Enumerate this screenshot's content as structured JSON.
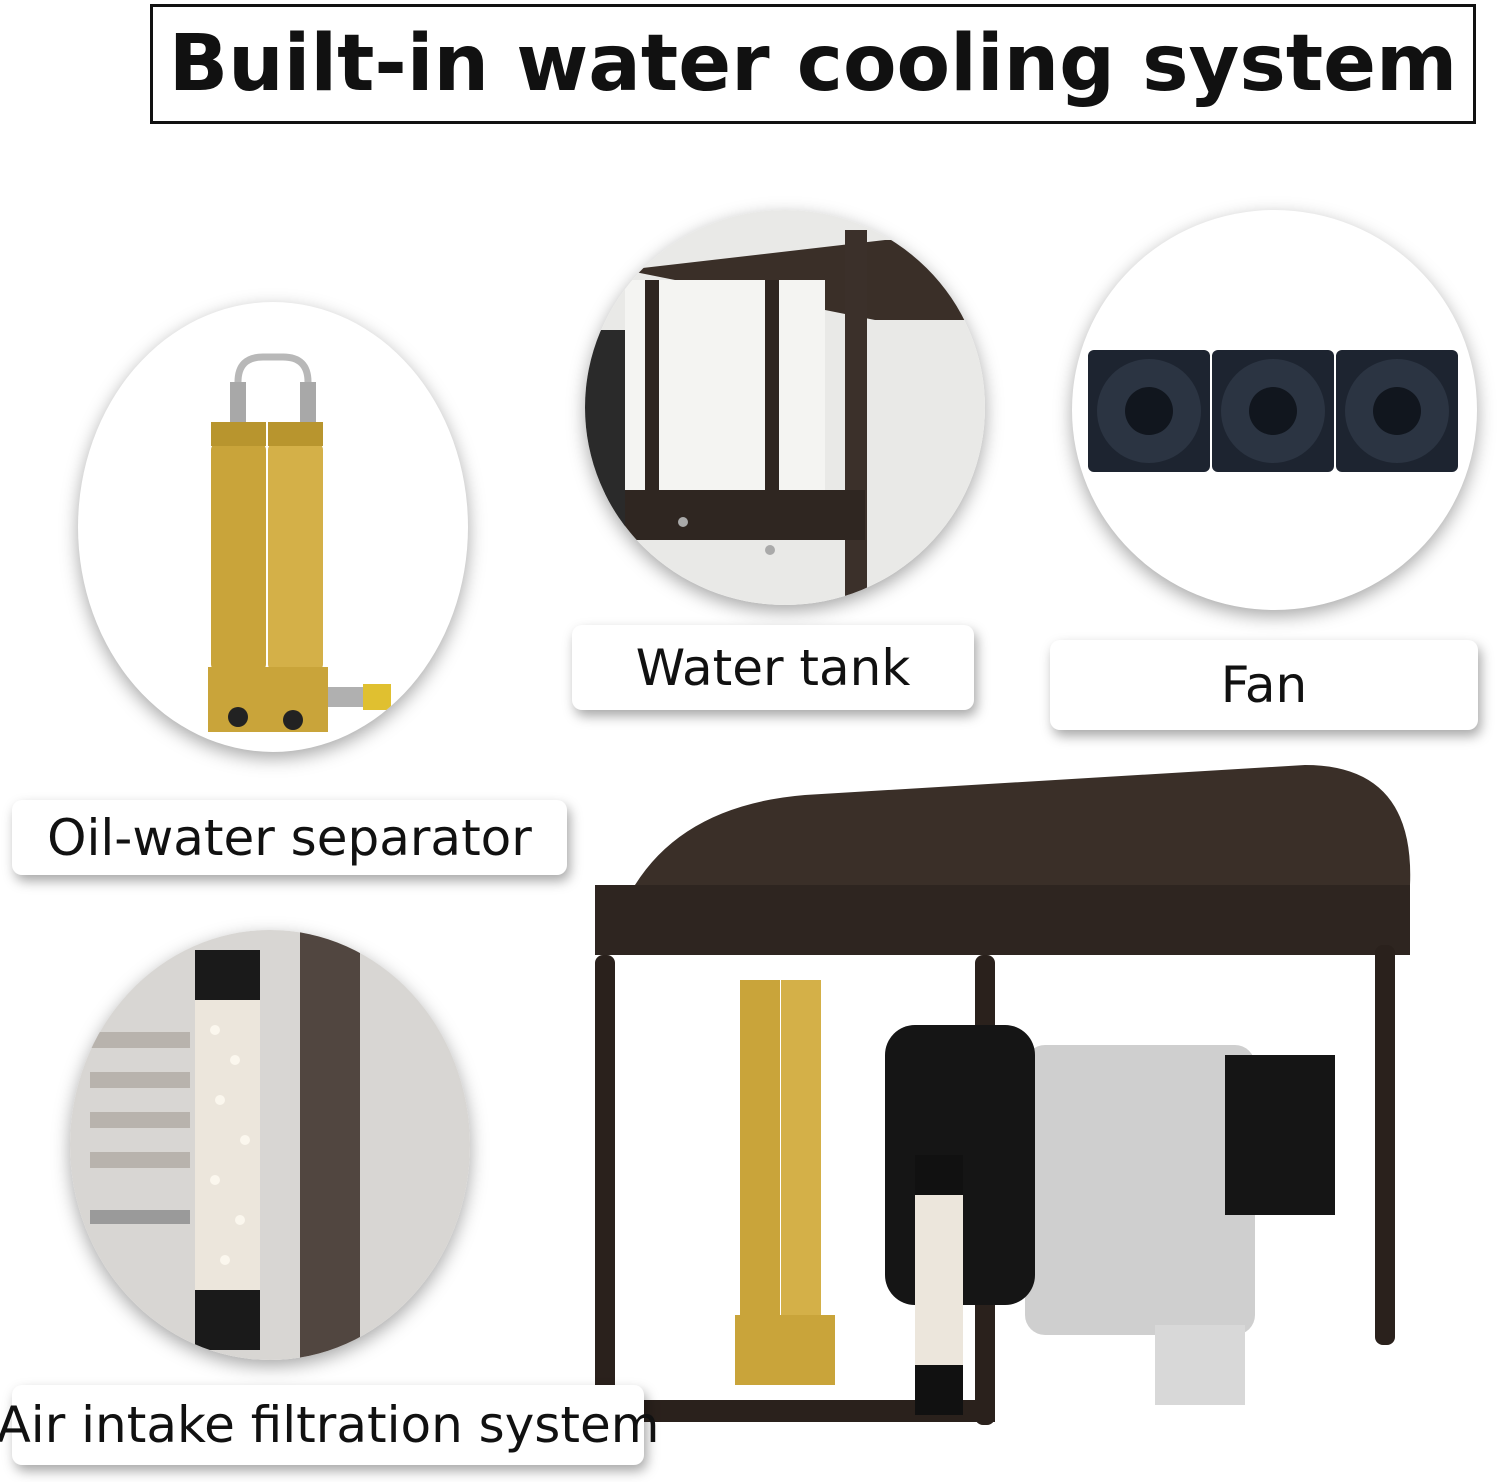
{
  "title": "Built-in water cooling system",
  "labels": {
    "oil_water_separator": "Oil-water separator",
    "water_tank": "Water tank",
    "fan": "Fan",
    "air_intake": "Air intake filtration system"
  },
  "colors": {
    "brass": "#c9a43a",
    "frame": "#3a2f28",
    "fan_body": "#1d2430"
  }
}
